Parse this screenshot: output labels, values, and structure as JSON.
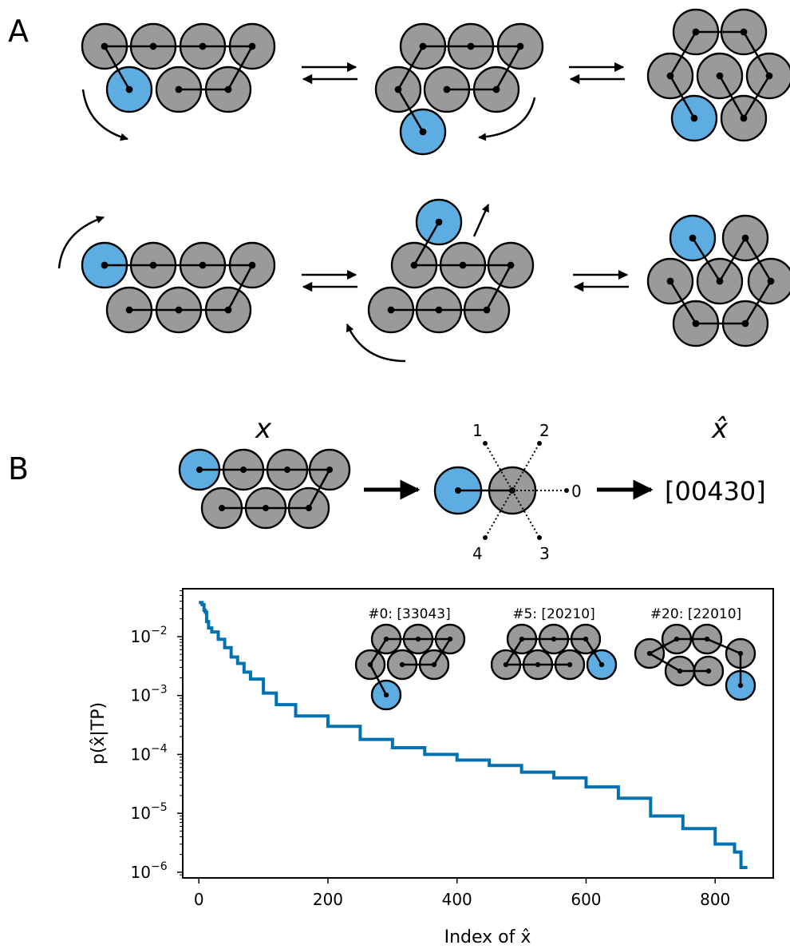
{
  "panels": {
    "a": "A",
    "b": "B"
  },
  "panel_b": {
    "x_label": "x",
    "xhat_label": "x̂",
    "directions": [
      "0",
      "1",
      "2",
      "3",
      "4"
    ],
    "example_code": "[00430]"
  },
  "colors": {
    "bead": "#9a9a9a",
    "highlight": "#5dade2",
    "line": "#0072b2"
  },
  "chart_data": {
    "type": "line",
    "xlabel": "Index of x̂",
    "ylabel": "p(x̂|TP)",
    "y_scale": "log",
    "xlim": [
      -25,
      890
    ],
    "ylim": [
      8e-07,
      0.065
    ],
    "x_ticks": [
      "0",
      "200",
      "400",
      "600",
      "800"
    ],
    "y_ticks": [
      {
        "base": "10",
        "exp": "−2"
      },
      {
        "base": "10",
        "exp": "−3"
      },
      {
        "base": "10",
        "exp": "−4"
      },
      {
        "base": "10",
        "exp": "−5"
      },
      {
        "base": "10",
        "exp": "−6"
      }
    ],
    "insets": [
      "#0: [33043]",
      "#5: [20210]",
      "#20: [22010]"
    ],
    "x": [
      0,
      5,
      8,
      10,
      12,
      15,
      20,
      30,
      40,
      50,
      60,
      70,
      80,
      100,
      120,
      150,
      200,
      250,
      300,
      350,
      400,
      450,
      500,
      550,
      600,
      650,
      700,
      750,
      800,
      830,
      840,
      850
    ],
    "y": [
      0.038,
      0.035,
      0.028,
      0.026,
      0.018,
      0.014,
      0.012,
      0.009,
      0.0065,
      0.0045,
      0.0035,
      0.0025,
      0.0019,
      0.0011,
      0.0007,
      0.00045,
      0.0003,
      0.00018,
      0.00013,
      0.0001,
      8e-05,
      6.5e-05,
      5e-05,
      4e-05,
      2.8e-05,
      1.8e-05,
      9e-06,
      5.5e-06,
      3e-06,
      2.2e-06,
      1.2e-06,
      1.2e-06
    ]
  }
}
